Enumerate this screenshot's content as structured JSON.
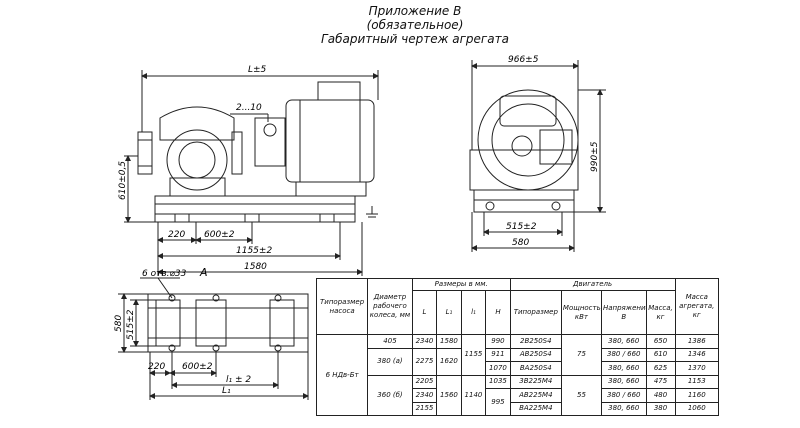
{
  "header": {
    "line1": "Приложение В",
    "line2": "(обязательное)",
    "line3": "Габаритный чертеж агрегата"
  },
  "front_view": {
    "dims": {
      "length": "L±5",
      "height": "610±0,5",
      "gap": "2...10",
      "d220": "220",
      "d600": "600±2",
      "d1155": "1155±2",
      "d1580": "1580"
    }
  },
  "side_view": {
    "dims": {
      "width": "966±5",
      "height": "990±5",
      "d515": "515±2",
      "d580": "580"
    }
  },
  "plan_view": {
    "dims": {
      "holes": "6 отв.⌀33",
      "view_letter": "A",
      "d580": "580",
      "d515": "515±2",
      "d220": "220",
      "d600": "600±2",
      "l1": "l₁ ± 2",
      "L1": "L₁"
    }
  },
  "table": {
    "headers": {
      "pump_type": "Типоразмер насоса",
      "wheel_diameter": "Диаметр рабочего колеса, мм",
      "dimensions": "Размеры в мм.",
      "L": "L",
      "L1": "L₁",
      "l1": "l₁",
      "H": "H",
      "engine": "Двигатель",
      "engine_type": "Типоразмер",
      "power": "Мощность, кВт",
      "voltage": "Напряжение, В",
      "engine_mass": "Масса, кг",
      "unit_mass": "Масса агрегата, кг"
    },
    "pump": "6 НДв-Бт",
    "diam_405": "405",
    "diam_380": "380 (а)",
    "diam_360": "360 (б)",
    "L_405": "2340",
    "L_380": "2275",
    "L_360_1": "2205",
    "L_360_2": "2340",
    "L_360_3": "2155",
    "L1_405": "1580",
    "L1_380": "1620",
    "L1_360": "1560",
    "l1_top": "1155",
    "l1_bottom": "1140",
    "H_1": "990",
    "H_2": "911",
    "H_3": "1070",
    "H_4": "1035",
    "H_5": "995",
    "power_top": "75",
    "power_bottom": "55",
    "rows": [
      {
        "type": "2B250S4",
        "voltage": "380, 660",
        "mass": "650",
        "unit_mass": "1386"
      },
      {
        "type": "AB250S4",
        "voltage": "380 / 660",
        "mass": "610",
        "unit_mass": "1346"
      },
      {
        "type": "BA250S4",
        "voltage": "380, 660",
        "mass": "625",
        "unit_mass": "1370"
      },
      {
        "type": "3B225M4",
        "voltage": "380, 660",
        "mass": "475",
        "unit_mass": "1153"
      },
      {
        "type": "AB225M4",
        "voltage": "380 / 660",
        "mass": "480",
        "unit_mass": "1160"
      },
      {
        "type": "BA225M4",
        "voltage": "380, 660",
        "mass": "380",
        "unit_mass": "1060"
      }
    ]
  }
}
